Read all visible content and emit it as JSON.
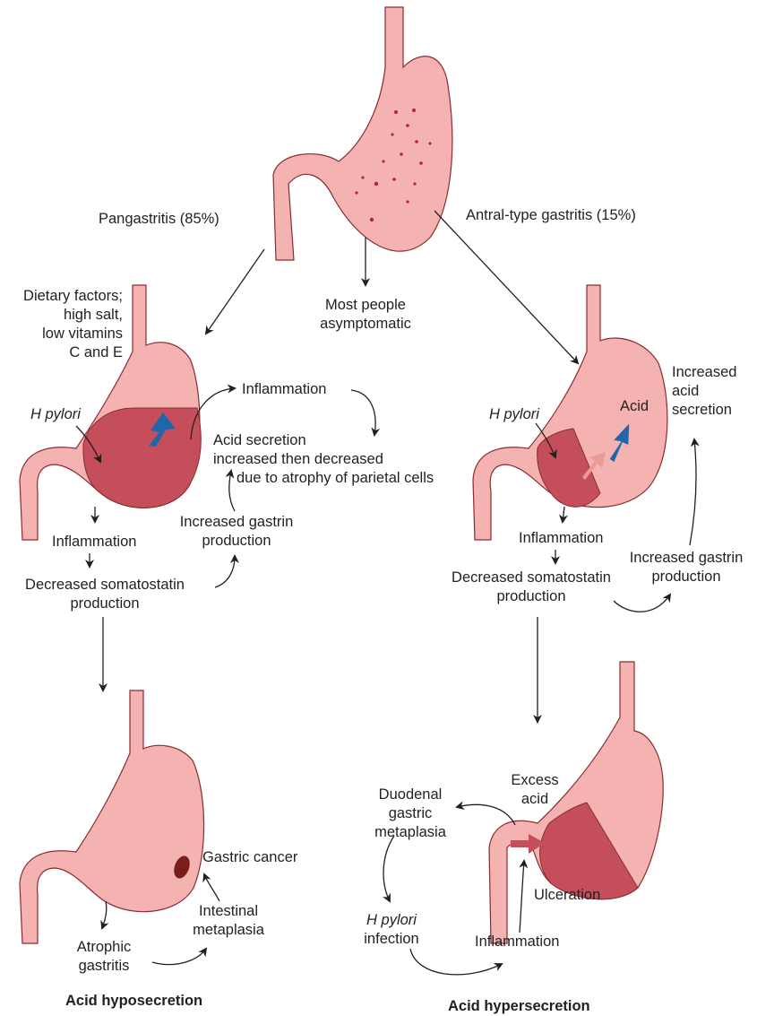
{
  "labels": {
    "pangastritis": "Pangastritis (85%)",
    "antral": "Antral-type gastritis (15%)",
    "most_people": [
      "Most people",
      "asymptomatic"
    ],
    "dietary": [
      "Dietary factors;",
      "high salt,",
      "low vitamins",
      "C and E"
    ],
    "h_pylori_left": "H pylori",
    "inflammation_top": "Inflammation",
    "acid_secretion_left": [
      "Acid secretion",
      "increased then decreased",
      "due to atrophy of parietal cells"
    ],
    "increased_gastrin_left": [
      "Increased gastrin",
      "production"
    ],
    "inflammation_left": "Inflammation",
    "decreased_somatostatin_left": [
      "Decreased somatostatin",
      "production"
    ],
    "h_pylori_right": "H pylori",
    "acid": "Acid",
    "increased_acid_secretion": [
      "Increased",
      "acid",
      "secretion"
    ],
    "inflammation_right": "Inflammation",
    "decreased_somatostatin_right": [
      "Decreased somatostatin",
      "production"
    ],
    "increased_gastrin_right": [
      "Increased gastrin",
      "production"
    ],
    "gastric_cancer": "Gastric cancer",
    "intestinal_metaplasia": [
      "Intestinal",
      "metaplasia"
    ],
    "atrophic_gastritis": [
      "Atrophic",
      "gastritis"
    ],
    "acid_hyposecretion": "Acid hyposecretion",
    "excess_acid": [
      "Excess",
      "acid"
    ],
    "duodenal_metaplasia": [
      "Duodenal",
      "gastric",
      "metaplasia"
    ],
    "h_pylori_infection_italic": "H pylori",
    "h_pylori_infection_rest": "infection",
    "ulceration": "Ulceration",
    "inflammation_bottom": "Inflammation",
    "acid_hypersecretion": "Acid hypersecretion"
  },
  "colors": {
    "stomach_fill": "#f4b3b0",
    "stomach_stroke": "#8b2a32",
    "inflamed_fill": "#c44f5a",
    "dark_fill": "#7a1d1d",
    "blue_arrow": "#1f66ad",
    "text": "#231f20"
  }
}
